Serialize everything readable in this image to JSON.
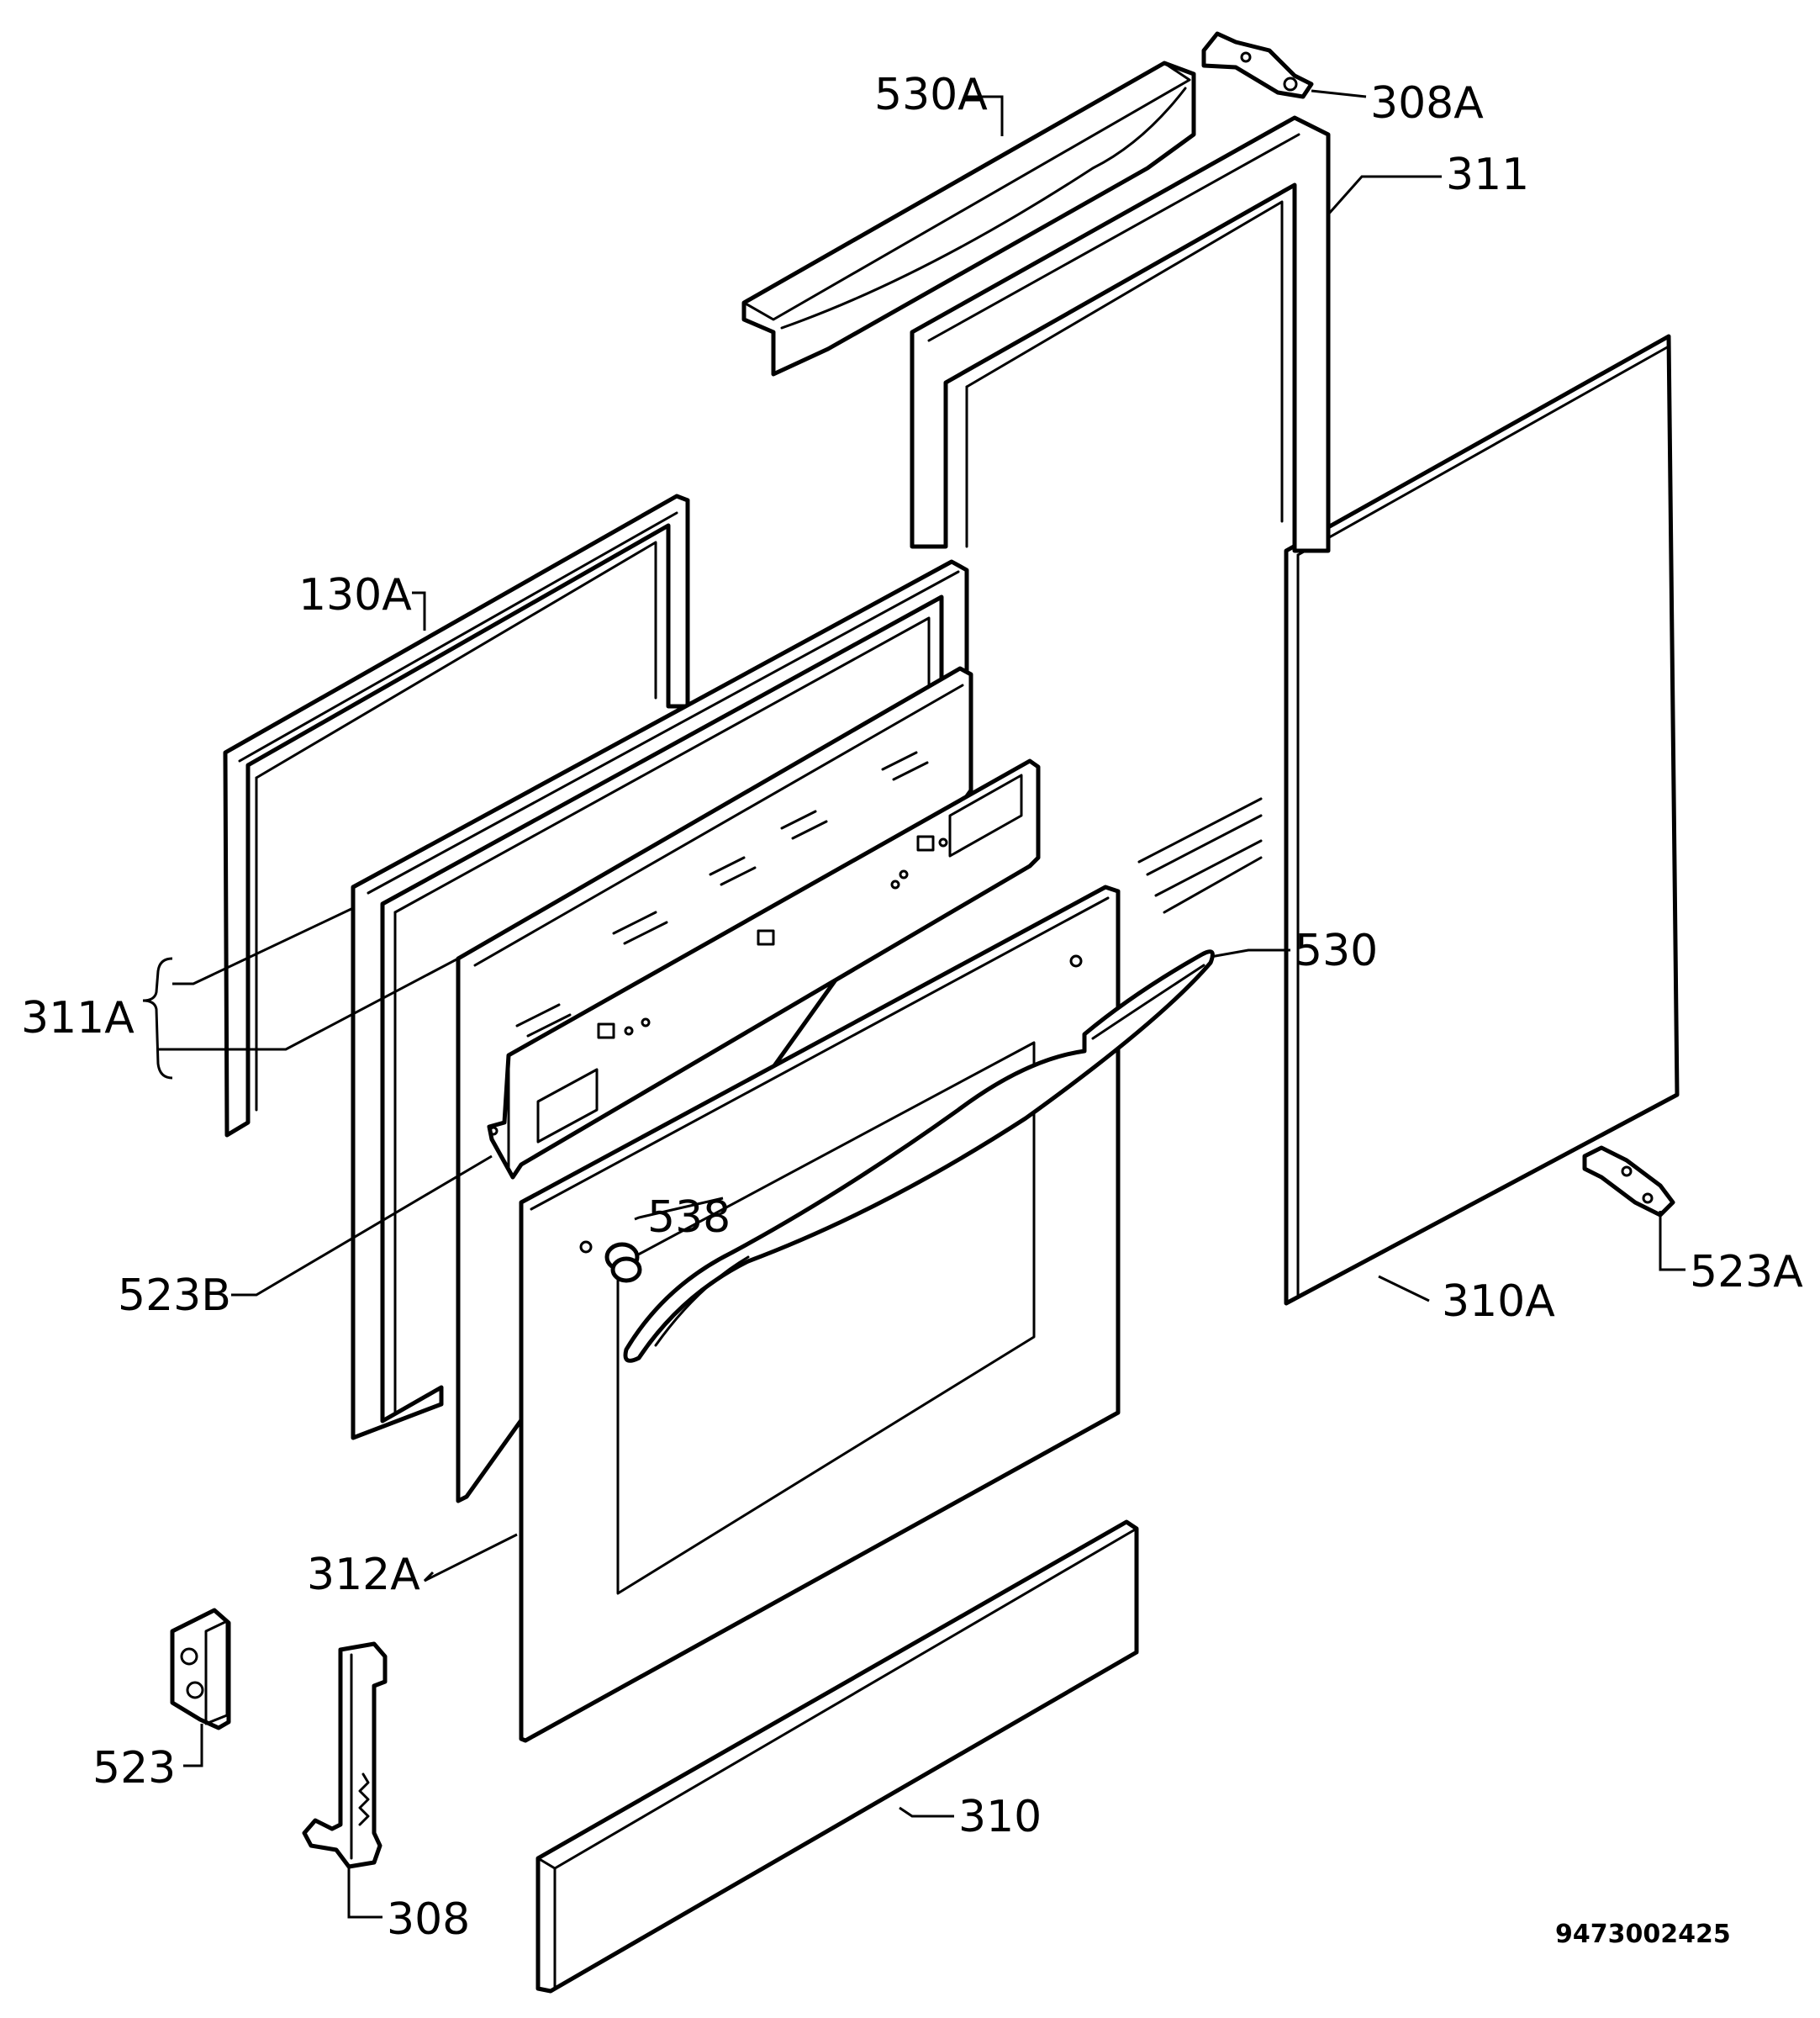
{
  "labels": {
    "l530A": "530A",
    "l308A": "308A",
    "l311": "311",
    "l130A": "130A",
    "l311A": "311A",
    "l530": "530",
    "l538": "538",
    "l523B": "523B",
    "l523A": "523A",
    "l310A": "310A",
    "l312A": "312A",
    "l523": "523",
    "l310": "310",
    "l308": "308"
  },
  "drawing_number": "9473002425"
}
